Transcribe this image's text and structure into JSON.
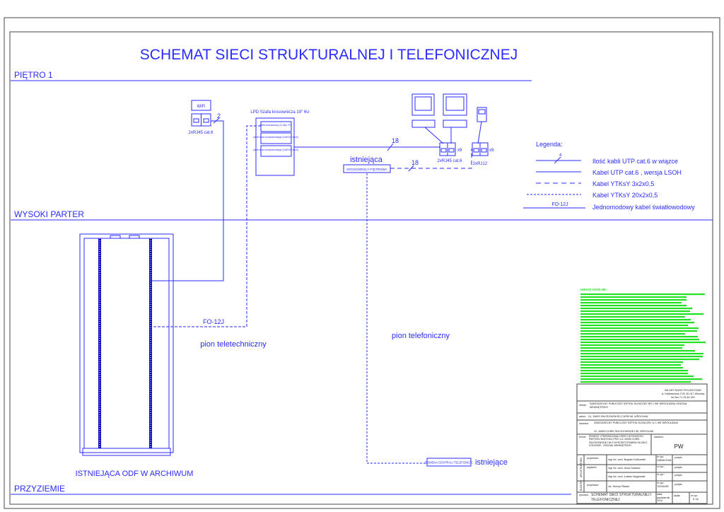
{
  "title": "SCHEMAT SIECI STRUKTURALNEJ I TELEFONICZNEJ",
  "floors": {
    "floor1": "PIĘTRO 1",
    "high_ground": "WYSOKI PARTER",
    "basement": "PRZYZIEMIE"
  },
  "wifi": {
    "label": "WiFi",
    "sockets": "2xRJ45  cat.6",
    "cable_count": "2"
  },
  "cabinet": {
    "label": "LPD Szafa krosownicza 19\" 6U",
    "panels": [
      "panel krosowniczy (12 dupl. ST)",
      "panel krosu komputerowego (24xRJ45 kat.6)",
      "panel krosu komputerowego (24xRJ45 kat.6)"
    ]
  },
  "workstation": {
    "sockets_rj45": "2xRJ45  cat.6",
    "sockets_rj12": "2xRJ12",
    "multiplier_rj45": "x9",
    "multiplier_rj12": "x9",
    "cable_count_utp": "18",
    "cable_count_ytksy": "18"
  },
  "floor_patch": {
    "status": "istniejąca",
    "label": "KROSOWNICA PIĘTROWA"
  },
  "phone_exchange": {
    "label": "DOMENA CENTRALI TELEFONICZ.",
    "status": "istniejące"
  },
  "risers": {
    "telecom": "pion teletechniczny",
    "phone": "pion telefoniczny"
  },
  "fiber": {
    "label": "FO-12J"
  },
  "odf": {
    "label": "ISTNIEJĄCA ODF W ARCHIWUM"
  },
  "legend": {
    "title": "Legenda:",
    "items": [
      {
        "symbol": "4",
        "text": "Ilość kabli UTP cat.6  w wiązce"
      },
      {
        "symbol": "",
        "text": "Kabel UTP cat.6 , wersja LSOH"
      },
      {
        "symbol": "",
        "text": "Kabel YTKsY  3x2x0,5"
      },
      {
        "symbol": "",
        "text": "Kabel YTKsY  20x2x0,5"
      },
      {
        "symbol": "FO-12J",
        "text": "Jednomodowy kabel światłowodowy"
      }
    ]
  },
  "notes": {
    "heading": "UWAGI OGÓLNE:"
  },
  "title_block": {
    "company": "WILART BIURO PROJEKTOWE",
    "company_address": "ul. Kiełbaśnicza 27/8, 50-417 Wrocław",
    "company_contact": "tel./fax.71-33-69-344",
    "object_label": "obiekt:",
    "object": "SAMODZIELNY PUBLICZNY SZPITAL KLINICZNY NR 1 WE WROCŁAWIU ODDZIAŁ WEWNĘTRZNY",
    "address_label": "adres:",
    "address": "UL. MARII SKŁODOWSKIEJ-CURIE 66, WROCŁAW",
    "investor_label": "inwestor:",
    "investor": "SAMODZIELNY PUBLICZNY SZPITAL KLINICZNY nr 1 WE WROCŁAWIU",
    "investor_address": "UL. MARII CURIE SKŁODOWSKIEJ 58, WROCŁAW",
    "subject_label": "temat:",
    "subject": "REMONT I PRZEBUDOWA CZĘŚCI WYSOKIEGO PARTERU BUDYNKU PRZY UL. MARII CURIE-SKŁODOWSKIEJ 66 Z WYKORZYSTANIEM NA SALE ŁÓŻKOWE - ODDZIAŁ WEWNĘTRZNY",
    "stage_label": "stadium:",
    "stage": "PW",
    "branch_arch": "ARCHITEKTURA",
    "branch_elec": "ELEKTR.",
    "rows": [
      {
        "role": "projektant:",
        "name": "mgr inż. arch. Bogdan Kulikowski",
        "perm": "nr upr. 238/Wr/1996",
        "sign": "podpis"
      },
      {
        "role": "asystent:",
        "name": "mgr inż. arch. Anna Garbacz",
        "perm": "nr upr. -",
        "sign": "podpis"
      },
      {
        "role": "",
        "name": "mgr inż. arch. Łukasz Węgłowski",
        "perm": "nr upr. -",
        "sign": "podpis"
      },
      {
        "role": "projektant:",
        "name": "inż. Henryk Płaska",
        "perm": "nr upr. 102/Wr/89",
        "sign": "podpis"
      }
    ],
    "drawing_label": "rysunek:",
    "drawing": "SCHEMAT SIECI STRUKTURALNEJ I TELEFONICZNEJ",
    "date_label": "data: październik 2010",
    "scale_label": "skala:",
    "scale": "-",
    "sheet_label": "nr rys.",
    "sheet": "E-18"
  },
  "colors": {
    "drawing": "#2b2bff",
    "notes": "#22e022",
    "frame": "#444444"
  }
}
